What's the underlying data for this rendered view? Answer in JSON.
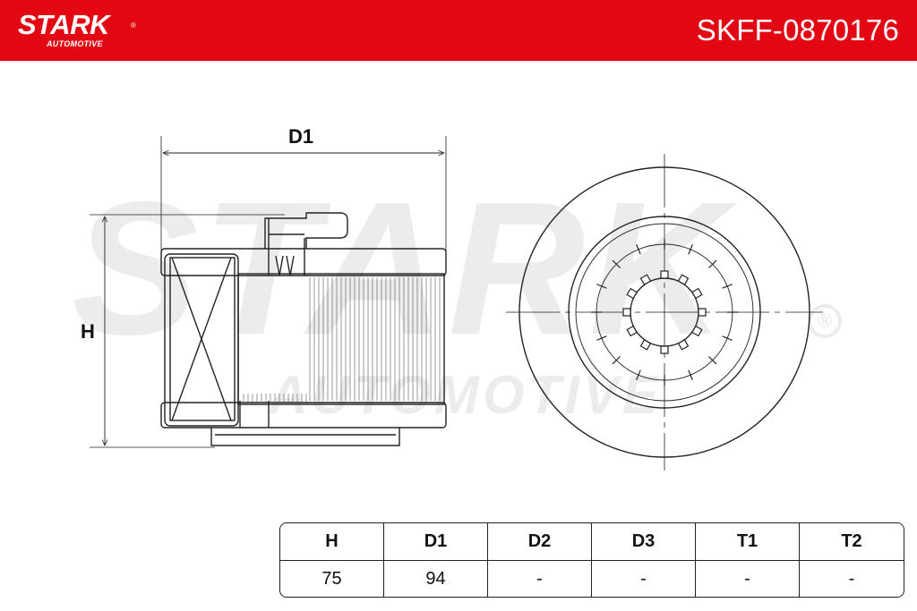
{
  "brand": {
    "name": "STARK",
    "sub": "AUTOMOTIVE",
    "registered_mark": "®"
  },
  "header": {
    "part_number": "SKFF-0870176",
    "background": "#e30613"
  },
  "watermark": {
    "main": "STARK",
    "sub": "AUTOMOTIVE",
    "registered_mark": "®"
  },
  "drawing": {
    "side_view": {
      "width_label": "D1",
      "height_label": "H"
    },
    "front_view": {}
  },
  "spec_table": {
    "headers": [
      "H",
      "D1",
      "D2",
      "D3",
      "T1",
      "T2"
    ],
    "values": [
      "75",
      "94",
      "-",
      "-",
      "-",
      "-"
    ]
  }
}
